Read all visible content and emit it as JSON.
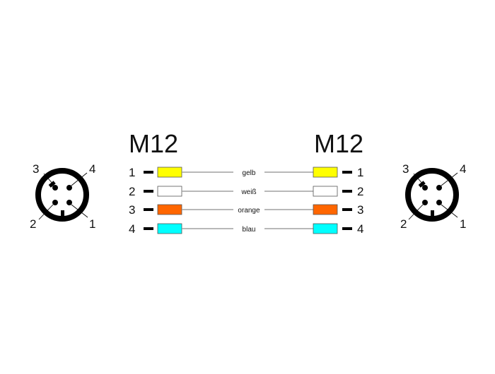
{
  "left_connector": {
    "title": "M12",
    "pins": [
      {
        "num": "1",
        "color": "#ffff00"
      },
      {
        "num": "2",
        "color": "#ffffff"
      },
      {
        "num": "3",
        "color": "#ff6600"
      },
      {
        "num": "4",
        "color": "#00ffff"
      }
    ]
  },
  "right_connector": {
    "title": "M12",
    "pins": [
      {
        "num": "1",
        "color": "#ffff00"
      },
      {
        "num": "2",
        "color": "#ffffff"
      },
      {
        "num": "3",
        "color": "#ff6600"
      },
      {
        "num": "4",
        "color": "#00ffff"
      }
    ]
  },
  "wires": [
    {
      "label": "gelb"
    },
    {
      "label": "weiß"
    },
    {
      "label": "orange"
    },
    {
      "label": "blau"
    }
  ],
  "plug_left": {
    "labels": {
      "p1": "1",
      "p2": "2",
      "p3": "3",
      "p4": "4"
    }
  },
  "plug_right": {
    "labels": {
      "p1": "1",
      "p2": "2",
      "p3": "3",
      "p4": "4"
    }
  },
  "colors": {
    "wire": "#a0a0a0",
    "stroke": "#000000",
    "sleeve_border": "#555555"
  }
}
